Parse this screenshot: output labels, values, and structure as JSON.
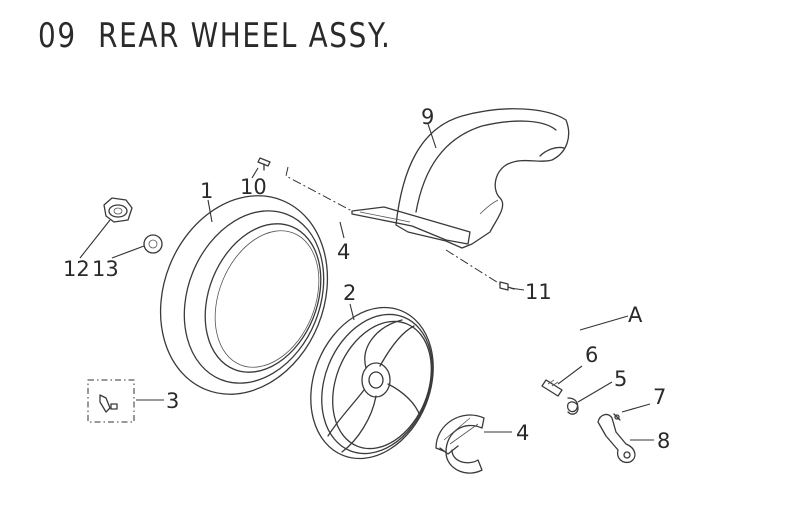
{
  "header": {
    "section_number": "09",
    "title": "REAR WHEEL ASSY."
  },
  "callouts": {
    "c1": "1",
    "c2": "2",
    "c3": "3",
    "c4a": "4",
    "c4b": "4",
    "c5": "5",
    "c6": "6",
    "c7": "7",
    "c8": "8",
    "c9": "9",
    "c10": "10",
    "c11": "11",
    "c12": "12",
    "c13": "13",
    "cA": "A"
  }
}
